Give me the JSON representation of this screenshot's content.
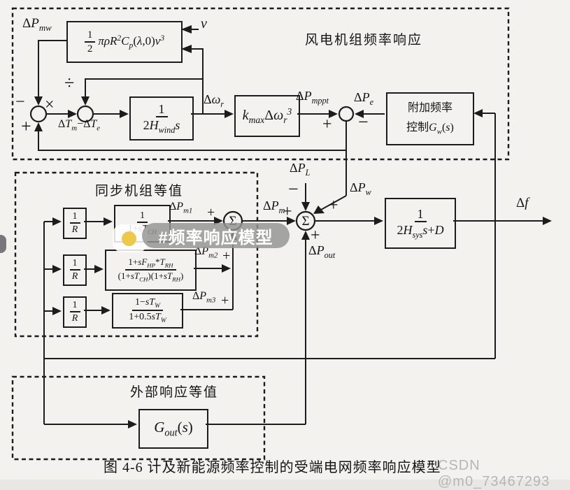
{
  "colors": {
    "paper": "#f3f2ee",
    "line": "#1c1c1c",
    "pill": "#949494",
    "dot": "#edc84b"
  },
  "wind": {
    "title": "风电机组频率响应",
    "v": "<i>v</i>",
    "pmw": "Δ<i>P</i><sub>mw</sub>",
    "aero_num": "1",
    "aero_den": "2",
    "aero_expr": "<i>πρR</i><sup>2</sup><i>C</i><sub>p</sub>(<i>λ</i>,0)<i>v</i><sup>3</sup>",
    "minus_top": "−",
    "plus_fb": "+",
    "times": "×",
    "divide": "÷",
    "torque": "Δ<i>T</i><sub>m</sub>−Δ<i>T</i><sub>e</sub>",
    "inertia_num": "1",
    "inertia_den": "2<i>H</i><sub>wind</sub><i>s</i>",
    "omega": "Δ<i>ω</i><sub>r</sub>",
    "kmax": "<i>k</i><sub>max</sub>Δ<i>ω</i><sub>r</sub><sup>3</sup>",
    "pmppt": "Δ<i>P</i><sub>mppt</sub>",
    "plus_mppt": "+",
    "minus_pe": "−",
    "pe": "Δ<i>P</i><sub>e</sub>",
    "gw1": "附加频率",
    "gw2": "控制<i>G</i><sub>w</sub>(<i>s</i>)"
  },
  "grid": {
    "pl": "Δ<i>P</i><sub>L</sub>",
    "minus_pl": "−",
    "pw": "Δ<i>P</i><sub>w</sub>",
    "plus_pw": "+",
    "pm": "Δ<i>P</i><sub>m</sub>",
    "plus_pm": "+",
    "pout": "Δ<i>P</i><sub>out</sub>",
    "plus_pout": "+",
    "sigma": "Σ",
    "sys_num": "1",
    "sys_den": "2<i>H</i><sub>sys</sub><i>s</i>+<i>D</i>",
    "df": "Δ<i>f</i>"
  },
  "sync": {
    "title": "同步机组等值",
    "sigma": "Σ",
    "rows": [
      {
        "rn": "1",
        "rd": "<i>R</i>",
        "tn": "1",
        "td": "1+<i>sT</i><sub>CH</sub>",
        "out": "Δ<i>P</i><sub>m1</sub>",
        "plus": "+"
      },
      {
        "rn": "1",
        "rd": "<i>R</i>",
        "tn": "1+<i>sF</i><sub>HP</sub>*<i>T</i><sub>RH</sub>",
        "td": "(1+<i>sT</i><sub>CH</sub>)(1+<i>sT</i><sub>RH</sub>)",
        "out": "Δ<i>P</i><sub>m2</sub>",
        "plus": "+"
      },
      {
        "rn": "1",
        "rd": "<i>R</i>",
        "tn": "1−<i>sT</i><sub>W</sub>",
        "td": "1+0.5<i>sT</i><sub>W</sub>",
        "out": "Δ<i>P</i><sub>m3</sub>",
        "plus": "+"
      }
    ]
  },
  "external": {
    "title": "外部响应等值",
    "gout": "<i>G</i><sub>out</sub>(<i>s</i>)"
  },
  "sticker": {
    "text": "#频率响应模型"
  },
  "caption": "图 4-6  计及新能源频率控制的受端电网频率响应模型",
  "watermark": "CSDN @m0_73467293"
}
